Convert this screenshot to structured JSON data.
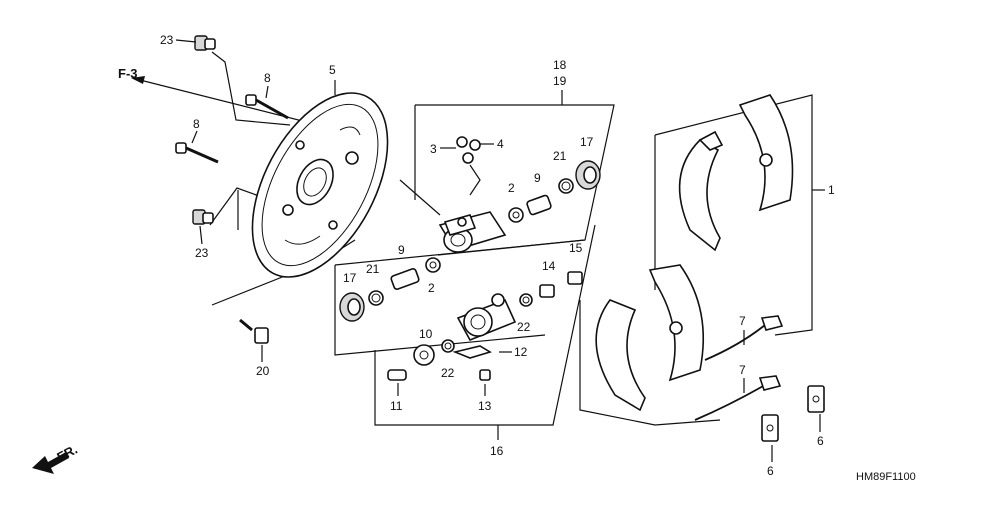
{
  "diagram": {
    "reference": "F-3",
    "direction": "FR.",
    "code": "HM89F1100",
    "labels": {
      "p23a": "23",
      "p8a": "8",
      "p5": "5",
      "p8b": "8",
      "p23b": "23",
      "p20": "20",
      "p18": "18",
      "p19": "19",
      "p3": "3",
      "p4": "4",
      "p17a": "17",
      "p21a": "21",
      "p9a": "9",
      "p2a": "2",
      "p9b": "9",
      "p17b": "17",
      "p21b": "21",
      "p2b": "2",
      "p14": "14",
      "p15": "15",
      "p22a": "22",
      "p10": "10",
      "p12": "12",
      "p22b": "22",
      "p11": "11",
      "p13": "13",
      "p16": "16",
      "p1": "1",
      "p7a": "7",
      "p7b": "7",
      "p6a": "6",
      "p6b": "6"
    }
  }
}
